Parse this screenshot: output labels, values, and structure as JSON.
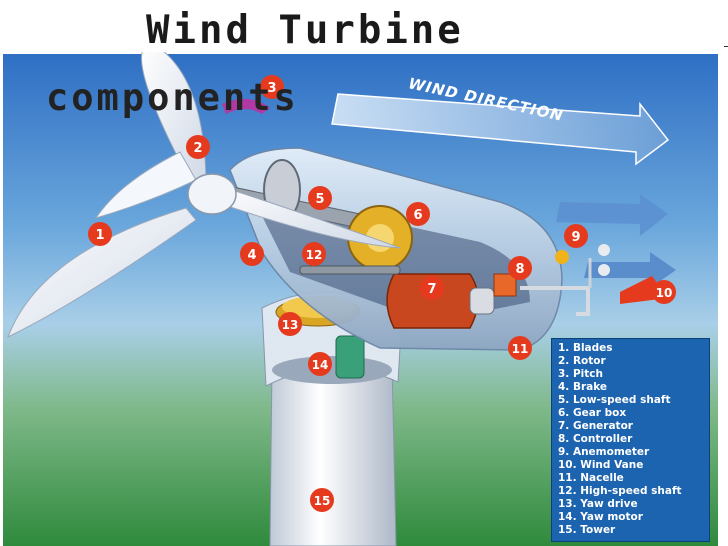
{
  "title": {
    "line1": "Wind Turbine",
    "line2": "components"
  },
  "banner_text": "WIND DIRECTION",
  "markers": [
    "1",
    "2",
    "3",
    "4",
    "5",
    "6",
    "7",
    "8",
    "9",
    "10",
    "11",
    "12",
    "13",
    "14",
    "15"
  ],
  "legend": [
    "1. Blades",
    "2. Rotor",
    "3. Pitch",
    "4. Brake",
    "5. Low-speed shaft",
    "6. Gear box",
    "7. Generator",
    "8. Controller",
    "9. Anemometer",
    "10. Wind Vane",
    "11. Nacelle",
    "12. High-speed shaft",
    "13. Yaw drive",
    "14. Yaw motor",
    "15. Tower"
  ],
  "colors": {
    "marker": "#e53a1e",
    "sky_top": "#3b7ed0",
    "ground": "#3f9f4a",
    "legend_bg": "#1c63b0"
  }
}
